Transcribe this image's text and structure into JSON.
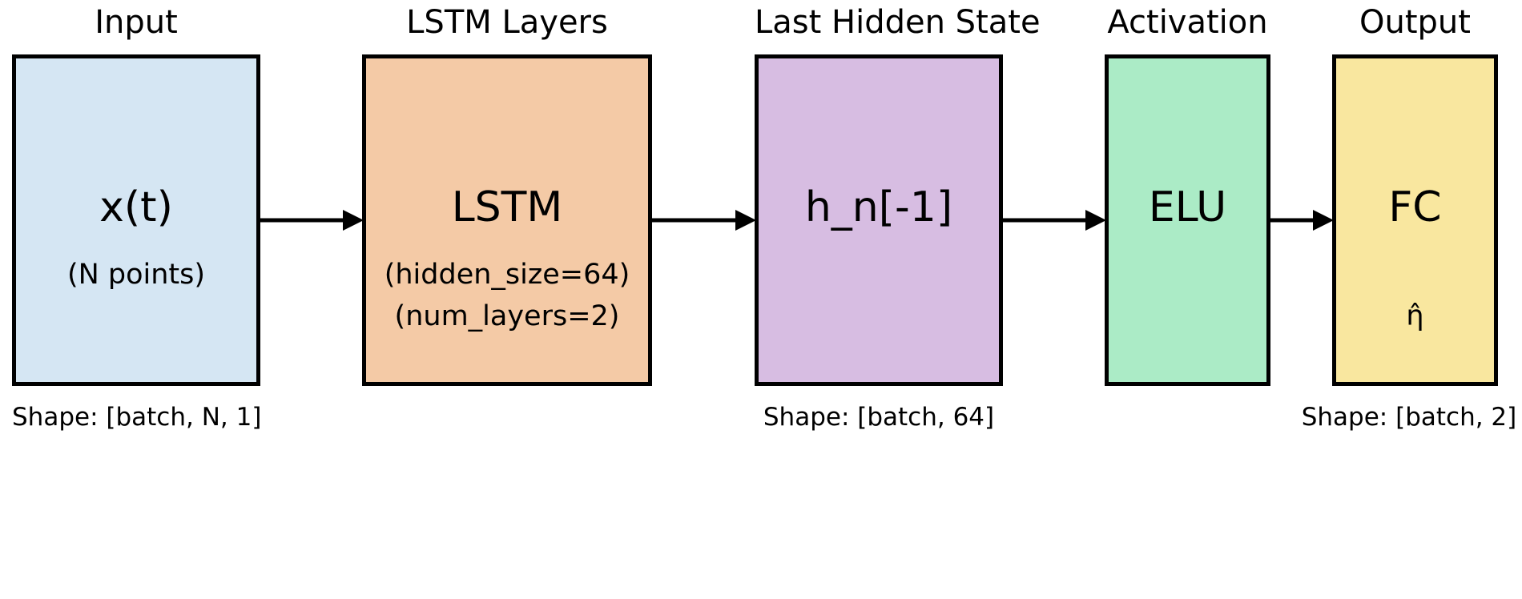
{
  "stages": [
    {
      "id": "input",
      "title": "Input",
      "main": "x(t)",
      "sub_lines": [
        "(N points)"
      ],
      "shape": "Shape: [batch, N, 1]",
      "fill": "#d5e6f3"
    },
    {
      "id": "lstm",
      "title": "LSTM Layers",
      "main": "LSTM",
      "sub_lines": [
        "(hidden_size=64)",
        "(num_layers=2)"
      ],
      "shape": "",
      "fill": "#f4caa6"
    },
    {
      "id": "hidden",
      "title": "Last Hidden State",
      "main": "h_n[-1]",
      "sub_lines": [],
      "shape": "Shape: [batch, 64]",
      "fill": "#d7bde2"
    },
    {
      "id": "activation",
      "title": "Activation",
      "main": "ELU",
      "sub_lines": [],
      "shape": "",
      "fill": "#abebc6"
    },
    {
      "id": "output",
      "title": "Output",
      "main": "FC",
      "sub_lines": [
        "",
        "η̂"
      ],
      "shape": "Shape: [batch, 2]",
      "fill": "#f9e79f"
    }
  ],
  "arrows": [
    {
      "from": "input",
      "to": "lstm"
    },
    {
      "from": "lstm",
      "to": "hidden"
    },
    {
      "from": "hidden",
      "to": "activation"
    },
    {
      "from": "activation",
      "to": "output"
    }
  ],
  "colors": {
    "stroke": "#000000",
    "background": "#ffffff"
  }
}
